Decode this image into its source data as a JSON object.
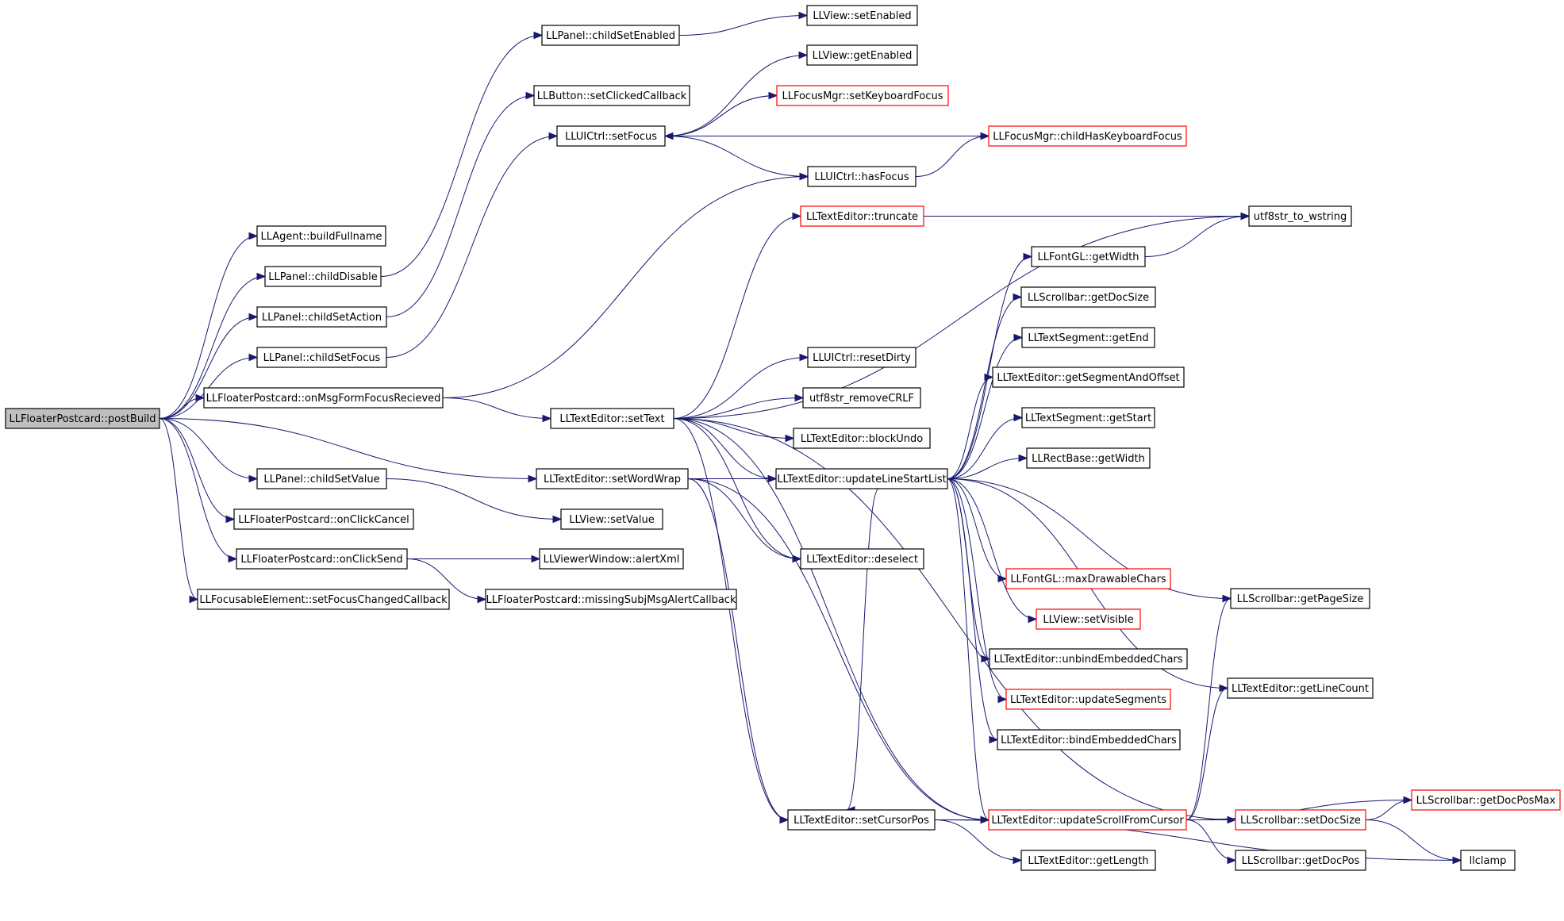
{
  "colors": {
    "edge": "#191970",
    "node_border": "#000000",
    "node_border_truncated": "#ff0000",
    "root_fill": "#bfbfbf",
    "node_fill": "#ffffff"
  },
  "nodes": [
    {
      "id": "n0",
      "label": "LLFloaterPostcard::postBuild",
      "style": "root"
    },
    {
      "id": "n1",
      "label": "LLAgent::buildFullname",
      "style": "normal"
    },
    {
      "id": "n2",
      "label": "LLPanel::childDisable",
      "style": "normal"
    },
    {
      "id": "n3",
      "label": "LLPanel::childSetAction",
      "style": "normal"
    },
    {
      "id": "n4",
      "label": "LLPanel::childSetFocus",
      "style": "normal"
    },
    {
      "id": "n5",
      "label": "LLFloaterPostcard::onMsgFormFocusRecieved",
      "style": "normal"
    },
    {
      "id": "n6",
      "label": "LLPanel::childSetValue",
      "style": "normal"
    },
    {
      "id": "n7",
      "label": "LLFloaterPostcard::onClickCancel",
      "style": "normal"
    },
    {
      "id": "n8",
      "label": "LLFloaterPostcard::onClickSend",
      "style": "normal"
    },
    {
      "id": "n9",
      "label": "LLFocusableElement::setFocusChangedCallback",
      "style": "normal"
    },
    {
      "id": "n10",
      "label": "LLPanel::childSetEnabled",
      "style": "normal"
    },
    {
      "id": "n11",
      "label": "LLButton::setClickedCallback",
      "style": "normal"
    },
    {
      "id": "n12",
      "label": "LLUICtrl::setFocus",
      "style": "normal"
    },
    {
      "id": "n13",
      "label": "LLView::setEnabled",
      "style": "normal"
    },
    {
      "id": "n14",
      "label": "LLView::getEnabled",
      "style": "normal"
    },
    {
      "id": "n15",
      "label": "LLFocusMgr::setKeyboardFocus",
      "style": "truncated"
    },
    {
      "id": "n16",
      "label": "LLFocusMgr::childHasKeyboardFocus",
      "style": "truncated"
    },
    {
      "id": "n17",
      "label": "LLUICtrl::hasFocus",
      "style": "normal"
    },
    {
      "id": "n18",
      "label": "LLTextEditor::setText",
      "style": "normal"
    },
    {
      "id": "n19",
      "label": "LLTextEditor::setWordWrap",
      "style": "normal"
    },
    {
      "id": "n20",
      "label": "LLView::setValue",
      "style": "normal"
    },
    {
      "id": "n21",
      "label": "LLViewerWindow::alertXml",
      "style": "normal"
    },
    {
      "id": "n22",
      "label": "LLFloaterPostcard::missingSubjMsgAlertCallback",
      "style": "normal"
    },
    {
      "id": "n23",
      "label": "LLTextEditor::truncate",
      "style": "truncated"
    },
    {
      "id": "n24",
      "label": "utf8str_to_wstring",
      "style": "normal"
    },
    {
      "id": "n25",
      "label": "LLUICtrl::resetDirty",
      "style": "normal"
    },
    {
      "id": "n26",
      "label": "utf8str_removeCRLF",
      "style": "normal"
    },
    {
      "id": "n27",
      "label": "LLTextEditor::blockUndo",
      "style": "normal"
    },
    {
      "id": "n28",
      "label": "LLTextEditor::updateLineStartList",
      "style": "normal"
    },
    {
      "id": "n29",
      "label": "LLTextEditor::deselect",
      "style": "normal"
    },
    {
      "id": "n30",
      "label": "LLTextEditor::setCursorPos",
      "style": "normal"
    },
    {
      "id": "n31",
      "label": "LLTextEditor::updateScrollFromCursor",
      "style": "truncated"
    },
    {
      "id": "n32",
      "label": "LLFontGL::getWidth",
      "style": "normal"
    },
    {
      "id": "n33",
      "label": "LLScrollbar::getDocSize",
      "style": "normal"
    },
    {
      "id": "n34",
      "label": "LLTextSegment::getEnd",
      "style": "normal"
    },
    {
      "id": "n35",
      "label": "LLTextEditor::getSegmentAndOffset",
      "style": "normal"
    },
    {
      "id": "n36",
      "label": "LLTextSegment::getStart",
      "style": "normal"
    },
    {
      "id": "n37",
      "label": "LLRectBase::getWidth",
      "style": "normal"
    },
    {
      "id": "n38",
      "label": "LLFontGL::maxDrawableChars",
      "style": "truncated"
    },
    {
      "id": "n39",
      "label": "LLView::setVisible",
      "style": "truncated"
    },
    {
      "id": "n40",
      "label": "LLTextEditor::unbindEmbeddedChars",
      "style": "normal"
    },
    {
      "id": "n41",
      "label": "LLTextEditor::updateSegments",
      "style": "truncated"
    },
    {
      "id": "n42",
      "label": "LLTextEditor::bindEmbeddedChars",
      "style": "normal"
    },
    {
      "id": "n43",
      "label": "LLScrollbar::getPageSize",
      "style": "normal"
    },
    {
      "id": "n44",
      "label": "LLTextEditor::getLineCount",
      "style": "normal"
    },
    {
      "id": "n45",
      "label": "LLScrollbar::getDocPosMax",
      "style": "truncated"
    },
    {
      "id": "n46",
      "label": "LLScrollbar::setDocSize",
      "style": "truncated"
    },
    {
      "id": "n47",
      "label": "llclamp",
      "style": "normal"
    },
    {
      "id": "n48",
      "label": "LLTextEditor::getLength",
      "style": "normal"
    },
    {
      "id": "n49",
      "label": "LLScrollbar::getDocPos",
      "style": "normal"
    }
  ],
  "edges": [
    [
      "n0",
      "n1"
    ],
    [
      "n0",
      "n2"
    ],
    [
      "n0",
      "n3"
    ],
    [
      "n0",
      "n4"
    ],
    [
      "n0",
      "n5"
    ],
    [
      "n0",
      "n6"
    ],
    [
      "n0",
      "n7"
    ],
    [
      "n0",
      "n8"
    ],
    [
      "n0",
      "n9"
    ],
    [
      "n0",
      "n19"
    ],
    [
      "n2",
      "n10"
    ],
    [
      "n3",
      "n11"
    ],
    [
      "n4",
      "n12"
    ],
    [
      "n5",
      "n17"
    ],
    [
      "n5",
      "n18"
    ],
    [
      "n6",
      "n20"
    ],
    [
      "n8",
      "n21"
    ],
    [
      "n8",
      "n22"
    ],
    [
      "n10",
      "n13"
    ],
    [
      "n12",
      "n14"
    ],
    [
      "n12",
      "n15"
    ],
    [
      "n12",
      "n16"
    ],
    [
      "n12",
      "n17"
    ],
    [
      "n15",
      "n12"
    ],
    [
      "n17",
      "n16"
    ],
    [
      "n18",
      "n23"
    ],
    [
      "n18",
      "n24"
    ],
    [
      "n18",
      "n25"
    ],
    [
      "n18",
      "n26"
    ],
    [
      "n18",
      "n27"
    ],
    [
      "n18",
      "n28"
    ],
    [
      "n18",
      "n29"
    ],
    [
      "n18",
      "n30"
    ],
    [
      "n18",
      "n31"
    ],
    [
      "n18",
      "n46"
    ],
    [
      "n19",
      "n28"
    ],
    [
      "n19",
      "n29"
    ],
    [
      "n19",
      "n30"
    ],
    [
      "n19",
      "n31"
    ],
    [
      "n23",
      "n24"
    ],
    [
      "n28",
      "n32"
    ],
    [
      "n28",
      "n33"
    ],
    [
      "n28",
      "n34"
    ],
    [
      "n28",
      "n35"
    ],
    [
      "n28",
      "n36"
    ],
    [
      "n28",
      "n37"
    ],
    [
      "n28",
      "n38"
    ],
    [
      "n28",
      "n39"
    ],
    [
      "n28",
      "n40"
    ],
    [
      "n28",
      "n41"
    ],
    [
      "n28",
      "n42"
    ],
    [
      "n28",
      "n43"
    ],
    [
      "n28",
      "n44"
    ],
    [
      "n28",
      "n31"
    ],
    [
      "n28",
      "n30"
    ],
    [
      "n30",
      "n31"
    ],
    [
      "n30",
      "n48"
    ],
    [
      "n30",
      "n47"
    ],
    [
      "n31",
      "n46"
    ],
    [
      "n31",
      "n43"
    ],
    [
      "n31",
      "n44"
    ],
    [
      "n31",
      "n45"
    ],
    [
      "n31",
      "n49"
    ],
    [
      "n46",
      "n45"
    ],
    [
      "n46",
      "n47"
    ],
    [
      "n32",
      "n24"
    ]
  ]
}
